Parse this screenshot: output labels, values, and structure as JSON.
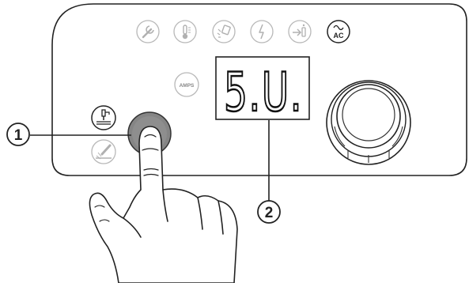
{
  "panel": {
    "function_icons": [
      {
        "name": "wrench-icon",
        "faded": true
      },
      {
        "name": "thermometer-icon",
        "faded": true
      },
      {
        "name": "torch-gas-icon",
        "faded": true
      },
      {
        "name": "pulse-waveform-icon",
        "faded": true
      },
      {
        "name": "arrow-to-output-icon",
        "faded": true
      },
      {
        "name": "ac-sine-icon",
        "faded": false
      }
    ],
    "ac_label": "AC",
    "amps_label": "AMPS",
    "display_text": "5.U.",
    "process_icons": [
      {
        "name": "tig-torch-icon",
        "active": true
      },
      {
        "name": "stick-electrode-icon",
        "active": false
      }
    ]
  },
  "callouts": [
    {
      "number": "1",
      "refers_to": "mode-select-button"
    },
    {
      "number": "2",
      "refers_to": "seven-segment-display"
    }
  ]
}
